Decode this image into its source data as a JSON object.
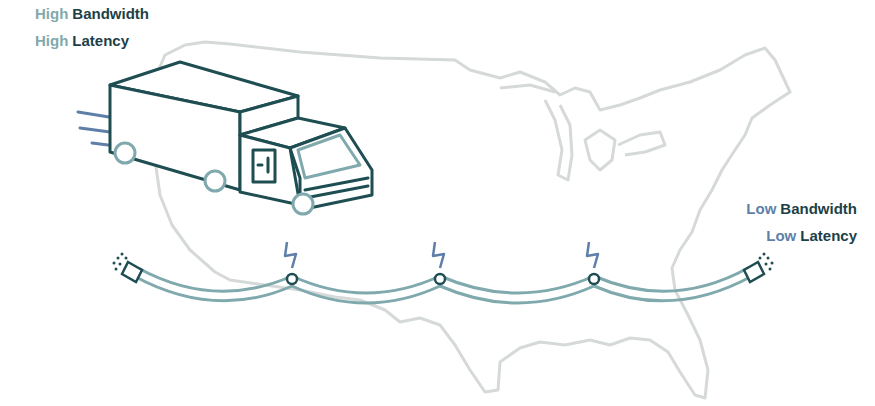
{
  "diagram": {
    "labels": [
      "High",
      "Bandwidth",
      "High",
      "Latency",
      "Low",
      "Bandwidth",
      "Low",
      "Latency"
    ]
  }
}
